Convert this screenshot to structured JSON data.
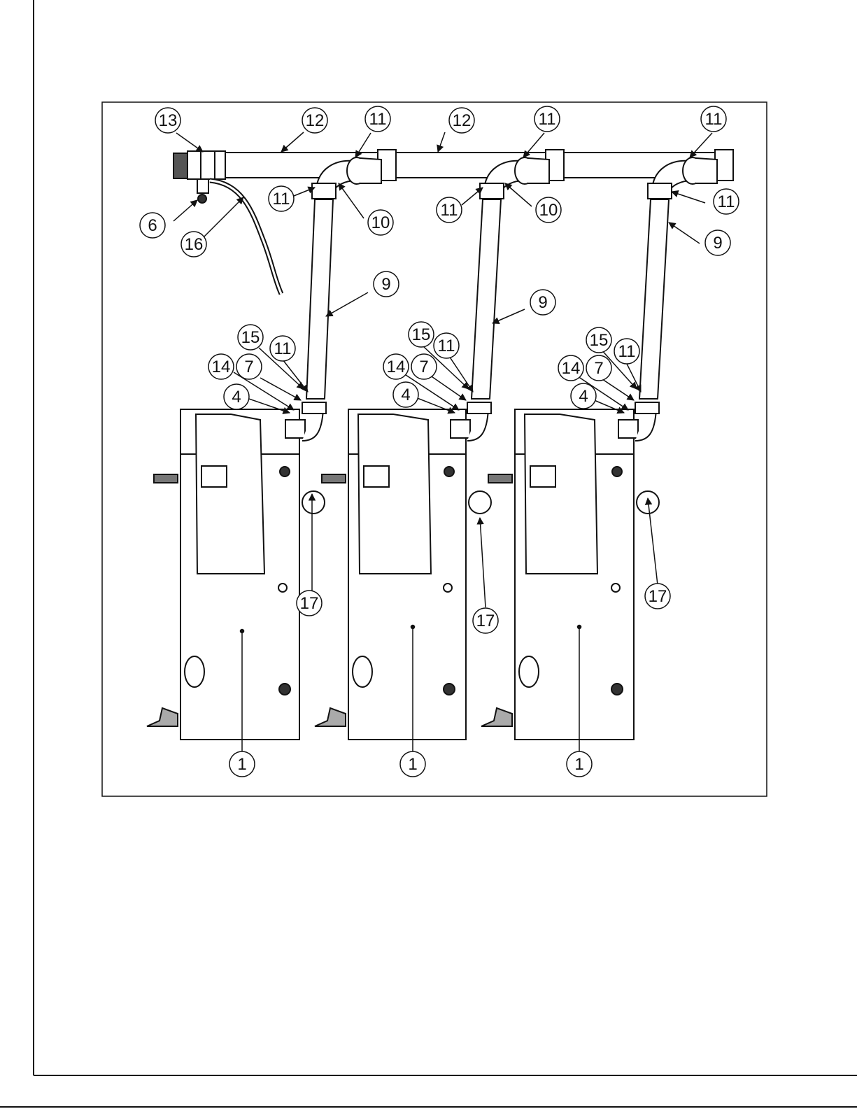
{
  "diagram": {
    "callouts": [
      {
        "id": "c13",
        "label": "13"
      },
      {
        "id": "c12a",
        "label": "12"
      },
      {
        "id": "c11a",
        "label": "11"
      },
      {
        "id": "c12b",
        "label": "12"
      },
      {
        "id": "c11b",
        "label": "11"
      },
      {
        "id": "c11c",
        "label": "11"
      },
      {
        "id": "c11d",
        "label": "11"
      },
      {
        "id": "c10a",
        "label": "10"
      },
      {
        "id": "c6",
        "label": "6"
      },
      {
        "id": "c16",
        "label": "16"
      },
      {
        "id": "c11e",
        "label": "11"
      },
      {
        "id": "c10b",
        "label": "10"
      },
      {
        "id": "c11f",
        "label": "11"
      },
      {
        "id": "c9a",
        "label": "9"
      },
      {
        "id": "c9b",
        "label": "9"
      },
      {
        "id": "c9c",
        "label": "9"
      },
      {
        "id": "c15a",
        "label": "15"
      },
      {
        "id": "c11g",
        "label": "11"
      },
      {
        "id": "c14a",
        "label": "14"
      },
      {
        "id": "c7a",
        "label": "7"
      },
      {
        "id": "c4a",
        "label": "4"
      },
      {
        "id": "c15b",
        "label": "15"
      },
      {
        "id": "c11h",
        "label": "11"
      },
      {
        "id": "c14b",
        "label": "14"
      },
      {
        "id": "c7b",
        "label": "7"
      },
      {
        "id": "c4b",
        "label": "4"
      },
      {
        "id": "c15c",
        "label": "15"
      },
      {
        "id": "c11i",
        "label": "11"
      },
      {
        "id": "c14c",
        "label": "14"
      },
      {
        "id": "c7c",
        "label": "7"
      },
      {
        "id": "c4c",
        "label": "4"
      },
      {
        "id": "c17a",
        "label": "17"
      },
      {
        "id": "c17b",
        "label": "17"
      },
      {
        "id": "c17c",
        "label": "17"
      },
      {
        "id": "c1a",
        "label": "1"
      },
      {
        "id": "c1b",
        "label": "1"
      },
      {
        "id": "c1c",
        "label": "1"
      }
    ]
  }
}
